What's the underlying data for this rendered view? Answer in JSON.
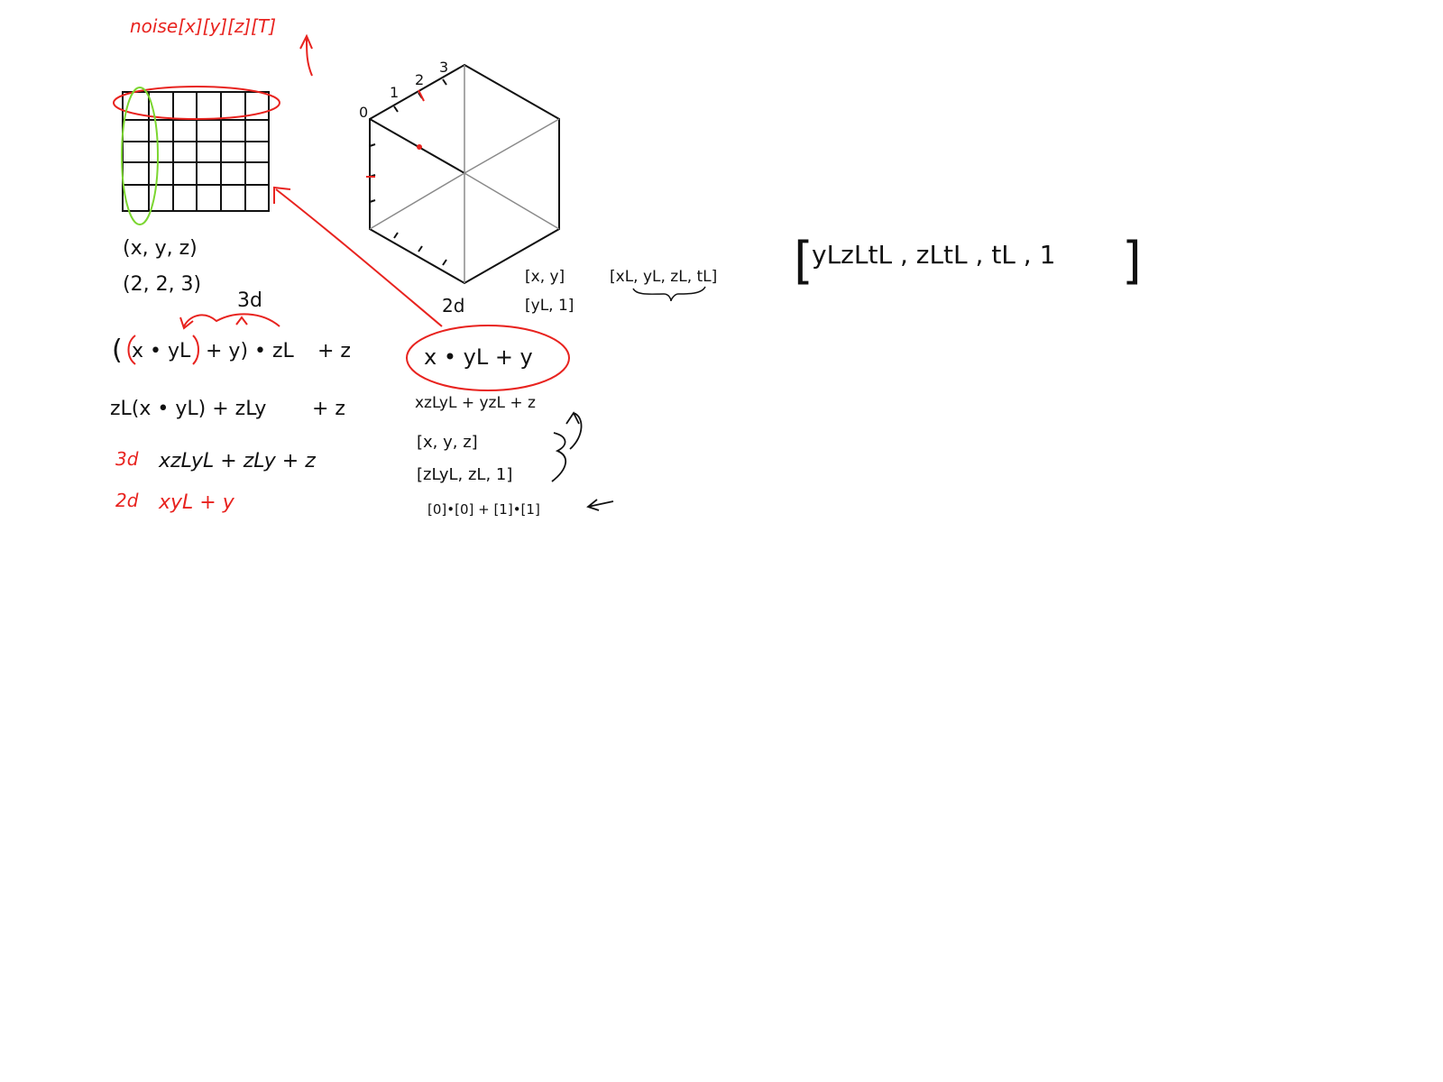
{
  "colors": {
    "ink": "#111111",
    "red": "#e8231f",
    "green": "#7bd630",
    "gray": "#8a8a8a",
    "background": "#ffffff"
  },
  "notes": {
    "noise": "noise[x][y][z][T]",
    "tuple_xyz": "(x, y, z)",
    "tuple_223": "(2, 2, 3)",
    "label_3d": "3d",
    "expr1_open": "(",
    "expr1_mid": "x • yL",
    "expr1_tail": "+ y) • zL",
    "expr1_end": "+ z",
    "expr2": "zL(x • yL) + zLy",
    "expr2_end": "+ z",
    "red_3d": "3d",
    "expr3": "xzLyL + zLy + z",
    "red_2d": "2d",
    "expr4": "xyL + y",
    "cube_ticks": [
      "0",
      "1",
      "2",
      "3"
    ],
    "label_2d": "2d",
    "xy": "[x, y]",
    "yl1": "[yL, 1]",
    "vec4": "[xL, yL, zL, tL]",
    "circled": "x • yL + y",
    "expand": "xzLyL + yzL + z",
    "xyz": "[x, y, z]",
    "zlyl": "[zLyL, zL, 1]",
    "dot": "[0]•[0] + [1]•[1]",
    "big_open": "[",
    "big_expr": "yLzLtL ,  zLtL  ,  tL  ,  1",
    "big_close": "]"
  }
}
